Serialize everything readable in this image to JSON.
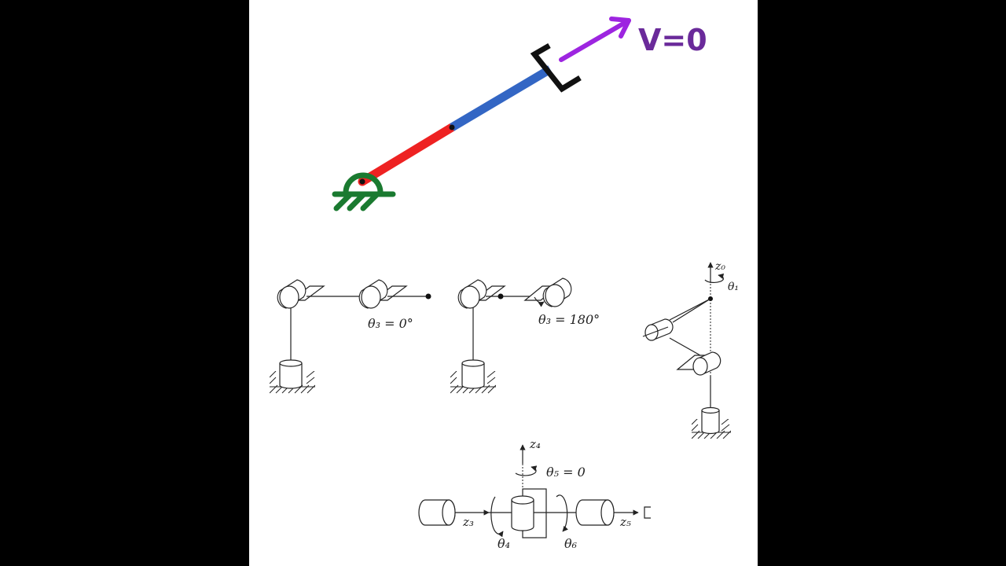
{
  "velocity_label": "V=0",
  "colors": {
    "link_red": "#ee2222",
    "link_blue": "#3366c4",
    "ground_green": "#1a7a30",
    "velocity_purple": "#9d25e0",
    "label_purple": "#6a2a9a",
    "gripper_black": "#111111"
  },
  "diagram_a": {
    "label": "θ₃ = 0°"
  },
  "diagram_b": {
    "label": "θ₃ = 180°"
  },
  "diagram_c": {
    "axis_label": "z₀",
    "angle_label": "θ₁"
  },
  "diagram_d": {
    "axis_top": "z₄",
    "angle_top": "θ₅ = 0",
    "axis_left": "z₃",
    "axis_right": "z₅",
    "angle_left": "θ₄",
    "angle_right": "θ₆"
  }
}
